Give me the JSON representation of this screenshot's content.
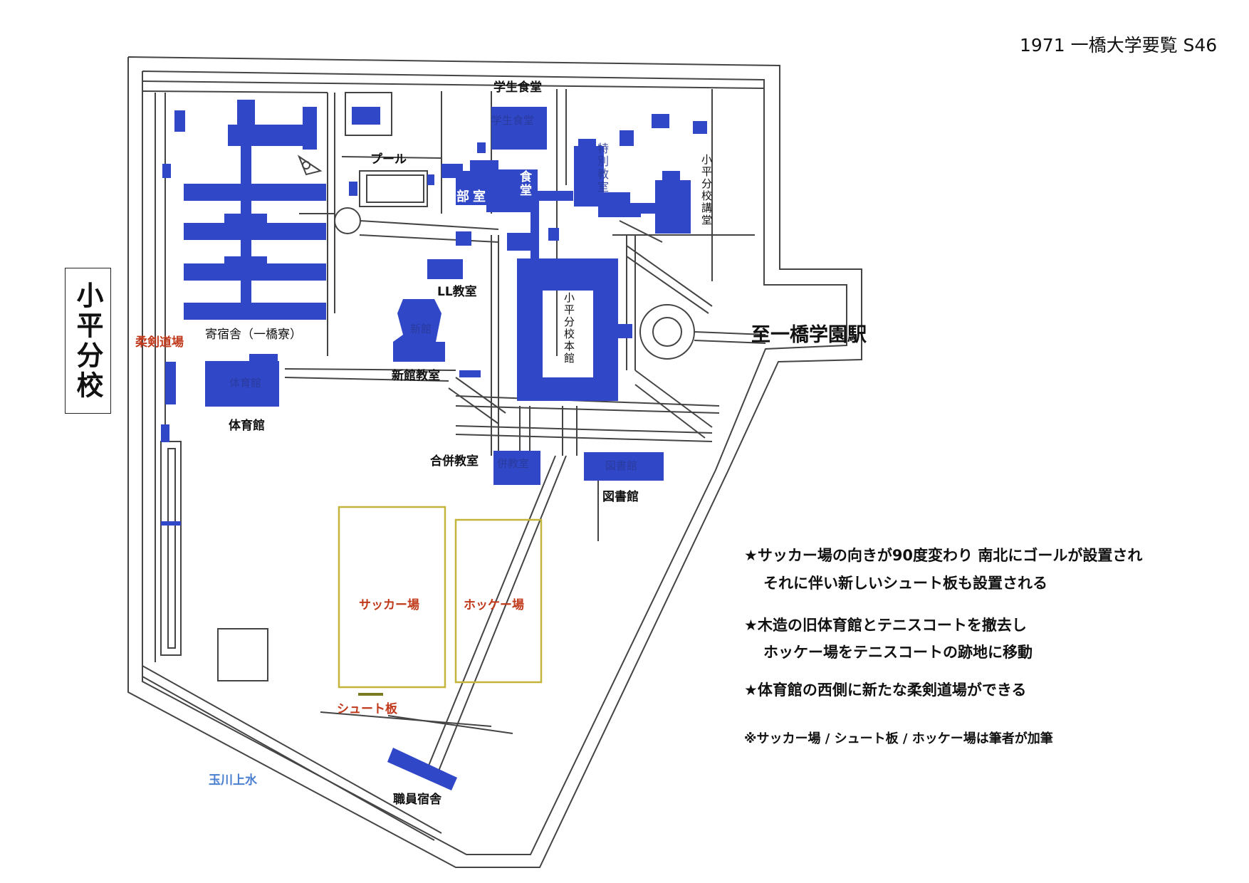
{
  "header": {
    "title": "1971 一橋大学要覧 S46"
  },
  "campus": {
    "name": "小平分校",
    "station": "至一橋学園駅",
    "colors": {
      "building": "#3047c7",
      "road": "#444444",
      "field_outline": "#c4b43c",
      "board": "#7a7a1f",
      "red": "#c0391b",
      "water": "#4a7fd0"
    }
  },
  "labels": {
    "gakusei_shokudo": "学生食堂",
    "pool": "プール",
    "shokudo": "食堂",
    "bushitsu": "部室",
    "tokubetsu": "特別教室",
    "koudou": "小平分校講堂",
    "ll": "LL教室",
    "honkan": "小平分校本館",
    "shinkan": "新館",
    "dormitory": "寄宿舎（一橋寮）",
    "judo": "柔剣道場",
    "gym_in": "体育館",
    "gym": "体育館",
    "shinkan_kyoshitsu": "新館教室",
    "gappei": "合併教室",
    "gappei_in": "併教室",
    "library": "図書館",
    "library_in": "図書館",
    "soccer": "サッカー場",
    "hockey": "ホッケー場",
    "shoot_board": "シュート板",
    "tamagawa": "玉川上水",
    "staff_housing": "職員宿舎"
  },
  "notes": [
    {
      "line1": "★サッカー場の向きが90度変わり 南北にゴールが設置され",
      "line2": "それに伴い新しいシュート板も設置される"
    },
    {
      "line1": "★木造の旧体育館とテニスコートを撤去し",
      "line2": "ホッケー場をテニスコートの跡地に移動"
    },
    {
      "line1": "★体育館の西側に新たな柔剣道場ができる",
      "line2": ""
    }
  ],
  "footnote": "※サッカー場 / シュート板 / ホッケー場は筆者が加筆"
}
